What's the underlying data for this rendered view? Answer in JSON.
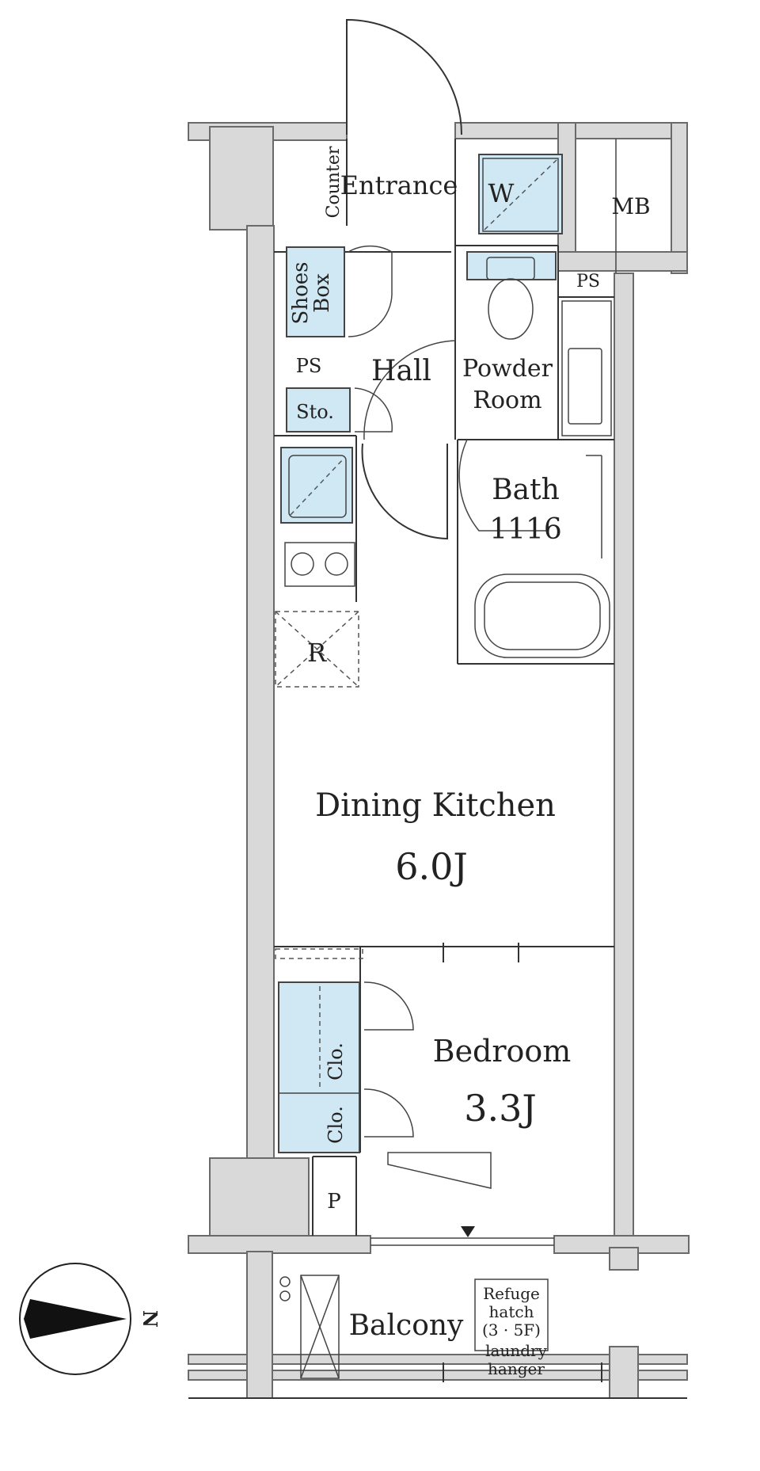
{
  "colors": {
    "wall": "#d9d9d9",
    "storage_fill": "#cfe8f3",
    "line": "#333333",
    "background": "#ffffff"
  },
  "rooms": {
    "entrance": "Entrance",
    "counter": "Counter",
    "w": "W",
    "mb": "MB",
    "shoes_box_line1": "Shoes",
    "shoes_box_line2": "Box",
    "ps_top": "PS",
    "ps_left": "PS",
    "hall": "Hall",
    "powder_room_line1": "Powder",
    "powder_room_line2": "Room",
    "storage": "Sto.",
    "bath_line1": "Bath",
    "bath_line2": "1116",
    "refrigerator": "R",
    "dining_kitchen": "Dining Kitchen",
    "dining_kitchen_size": "6.0J",
    "closet_1": "Clo.",
    "closet_2": "Clo.",
    "bedroom": "Bedroom",
    "bedroom_size": "3.3J",
    "pipe_space": "P",
    "balcony": "Balcony",
    "refuge_line1": "Refuge",
    "refuge_line2": "hatch",
    "refuge_line3": "(3 · 5F)",
    "laundry_line1": "laundry",
    "laundry_line2": "hanger"
  },
  "compass": {
    "north_label": "N",
    "icon": "north-arrow-icon"
  }
}
